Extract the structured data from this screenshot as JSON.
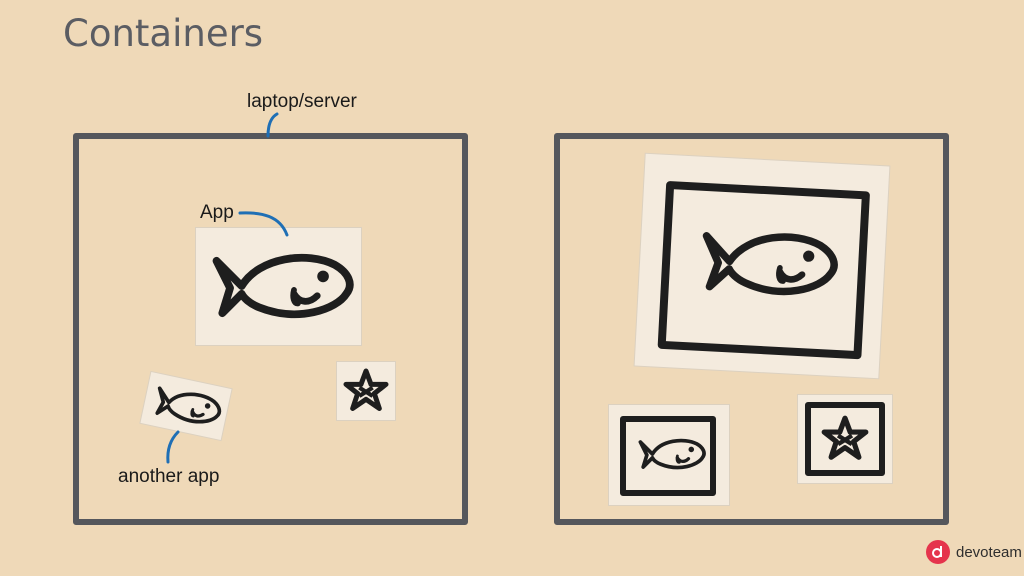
{
  "slide": {
    "title": "Containers"
  },
  "labels": {
    "host": "laptop/server",
    "app": "App",
    "another_app": "another app"
  },
  "brand": {
    "name": "devoteam",
    "logo_color": "#e5344c"
  },
  "colors": {
    "background": "#efd9b8",
    "box_border": "#55575c",
    "pointer_line": "#1f6fb5",
    "ink": "#1e1e1e"
  },
  "icons": [
    "fish-icon",
    "star-icon",
    "devoteam-logo-icon"
  ]
}
